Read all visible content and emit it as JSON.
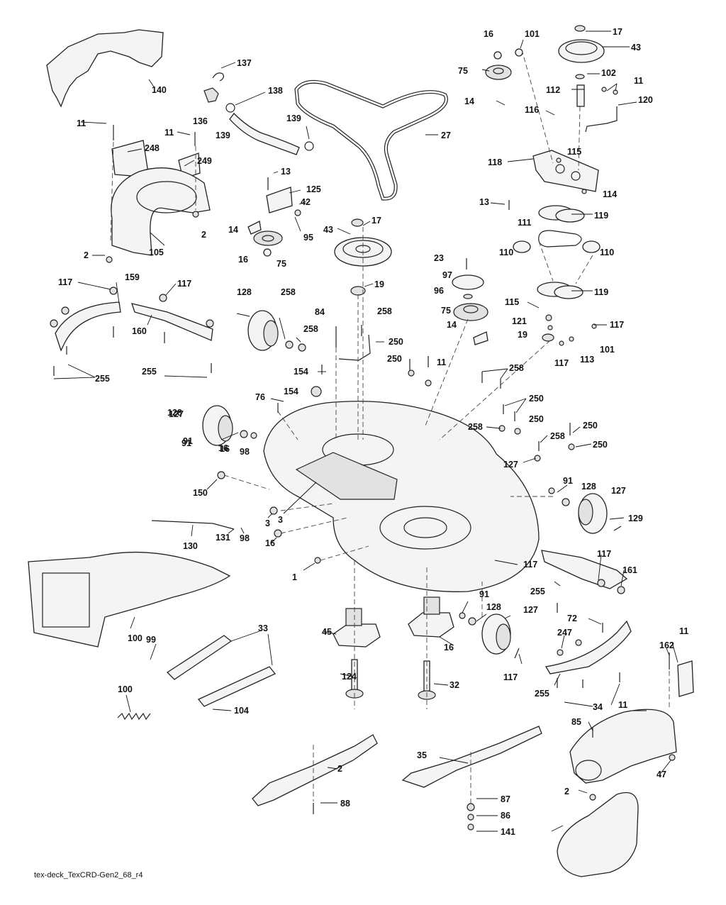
{
  "footer": {
    "code": "tex-deck_TexCRD-Gen2_68_r4"
  },
  "callouts": [
    {
      "n": "17"
    },
    {
      "n": "43"
    },
    {
      "n": "16"
    },
    {
      "n": "101"
    },
    {
      "n": "75"
    },
    {
      "n": "102"
    },
    {
      "n": "11"
    },
    {
      "n": "112"
    },
    {
      "n": "120"
    },
    {
      "n": "14"
    },
    {
      "n": "116"
    },
    {
      "n": "115"
    },
    {
      "n": "118"
    },
    {
      "n": "114"
    },
    {
      "n": "13"
    },
    {
      "n": "119"
    },
    {
      "n": "111"
    },
    {
      "n": "110"
    },
    {
      "n": "110"
    },
    {
      "n": "119"
    },
    {
      "n": "115"
    },
    {
      "n": "121"
    },
    {
      "n": "117"
    },
    {
      "n": "19"
    },
    {
      "n": "101"
    },
    {
      "n": "117"
    },
    {
      "n": "113"
    },
    {
      "n": "140"
    },
    {
      "n": "137"
    },
    {
      "n": "138"
    },
    {
      "n": "136"
    },
    {
      "n": "139"
    },
    {
      "n": "139"
    },
    {
      "n": "27"
    },
    {
      "n": "11"
    },
    {
      "n": "11"
    },
    {
      "n": "248"
    },
    {
      "n": "249"
    },
    {
      "n": "2"
    },
    {
      "n": "105"
    },
    {
      "n": "2"
    },
    {
      "n": "13"
    },
    {
      "n": "125"
    },
    {
      "n": "42"
    },
    {
      "n": "14"
    },
    {
      "n": "95"
    },
    {
      "n": "16"
    },
    {
      "n": "75"
    },
    {
      "n": "17"
    },
    {
      "n": "43"
    },
    {
      "n": "19"
    },
    {
      "n": "23"
    },
    {
      "n": "97"
    },
    {
      "n": "96"
    },
    {
      "n": "75"
    },
    {
      "n": "14"
    },
    {
      "n": "117"
    },
    {
      "n": "159"
    },
    {
      "n": "117"
    },
    {
      "n": "160"
    },
    {
      "n": "255"
    },
    {
      "n": "255"
    },
    {
      "n": "127"
    },
    {
      "n": "128"
    },
    {
      "n": "91"
    },
    {
      "n": "16"
    },
    {
      "n": "258"
    },
    {
      "n": "258"
    },
    {
      "n": "84"
    },
    {
      "n": "258"
    },
    {
      "n": "250"
    },
    {
      "n": "250"
    },
    {
      "n": "11"
    },
    {
      "n": "154"
    },
    {
      "n": "76"
    },
    {
      "n": "154"
    },
    {
      "n": "258"
    },
    {
      "n": "250"
    },
    {
      "n": "250"
    },
    {
      "n": "258"
    },
    {
      "n": "258"
    },
    {
      "n": "250"
    },
    {
      "n": "250"
    },
    {
      "n": "127"
    },
    {
      "n": "128"
    },
    {
      "n": "91"
    },
    {
      "n": "16"
    },
    {
      "n": "98"
    },
    {
      "n": "150"
    },
    {
      "n": "3"
    },
    {
      "n": "3"
    },
    {
      "n": "16"
    },
    {
      "n": "91"
    },
    {
      "n": "128"
    },
    {
      "n": "127"
    },
    {
      "n": "129"
    },
    {
      "n": "130"
    },
    {
      "n": "131"
    },
    {
      "n": "98"
    },
    {
      "n": "1"
    },
    {
      "n": "117"
    },
    {
      "n": "117"
    },
    {
      "n": "161"
    },
    {
      "n": "255"
    },
    {
      "n": "72"
    },
    {
      "n": "100"
    },
    {
      "n": "99"
    },
    {
      "n": "33"
    },
    {
      "n": "45"
    },
    {
      "n": "16"
    },
    {
      "n": "91"
    },
    {
      "n": "128"
    },
    {
      "n": "127"
    },
    {
      "n": "117"
    },
    {
      "n": "247"
    },
    {
      "n": "11"
    },
    {
      "n": "162"
    },
    {
      "n": "255"
    },
    {
      "n": "34"
    },
    {
      "n": "124"
    },
    {
      "n": "32"
    },
    {
      "n": "100"
    },
    {
      "n": "104"
    },
    {
      "n": "11"
    },
    {
      "n": "85"
    },
    {
      "n": "35"
    },
    {
      "n": "2"
    },
    {
      "n": "2"
    },
    {
      "n": "47"
    },
    {
      "n": "88"
    },
    {
      "n": "87"
    },
    {
      "n": "86"
    },
    {
      "n": "141"
    }
  ]
}
